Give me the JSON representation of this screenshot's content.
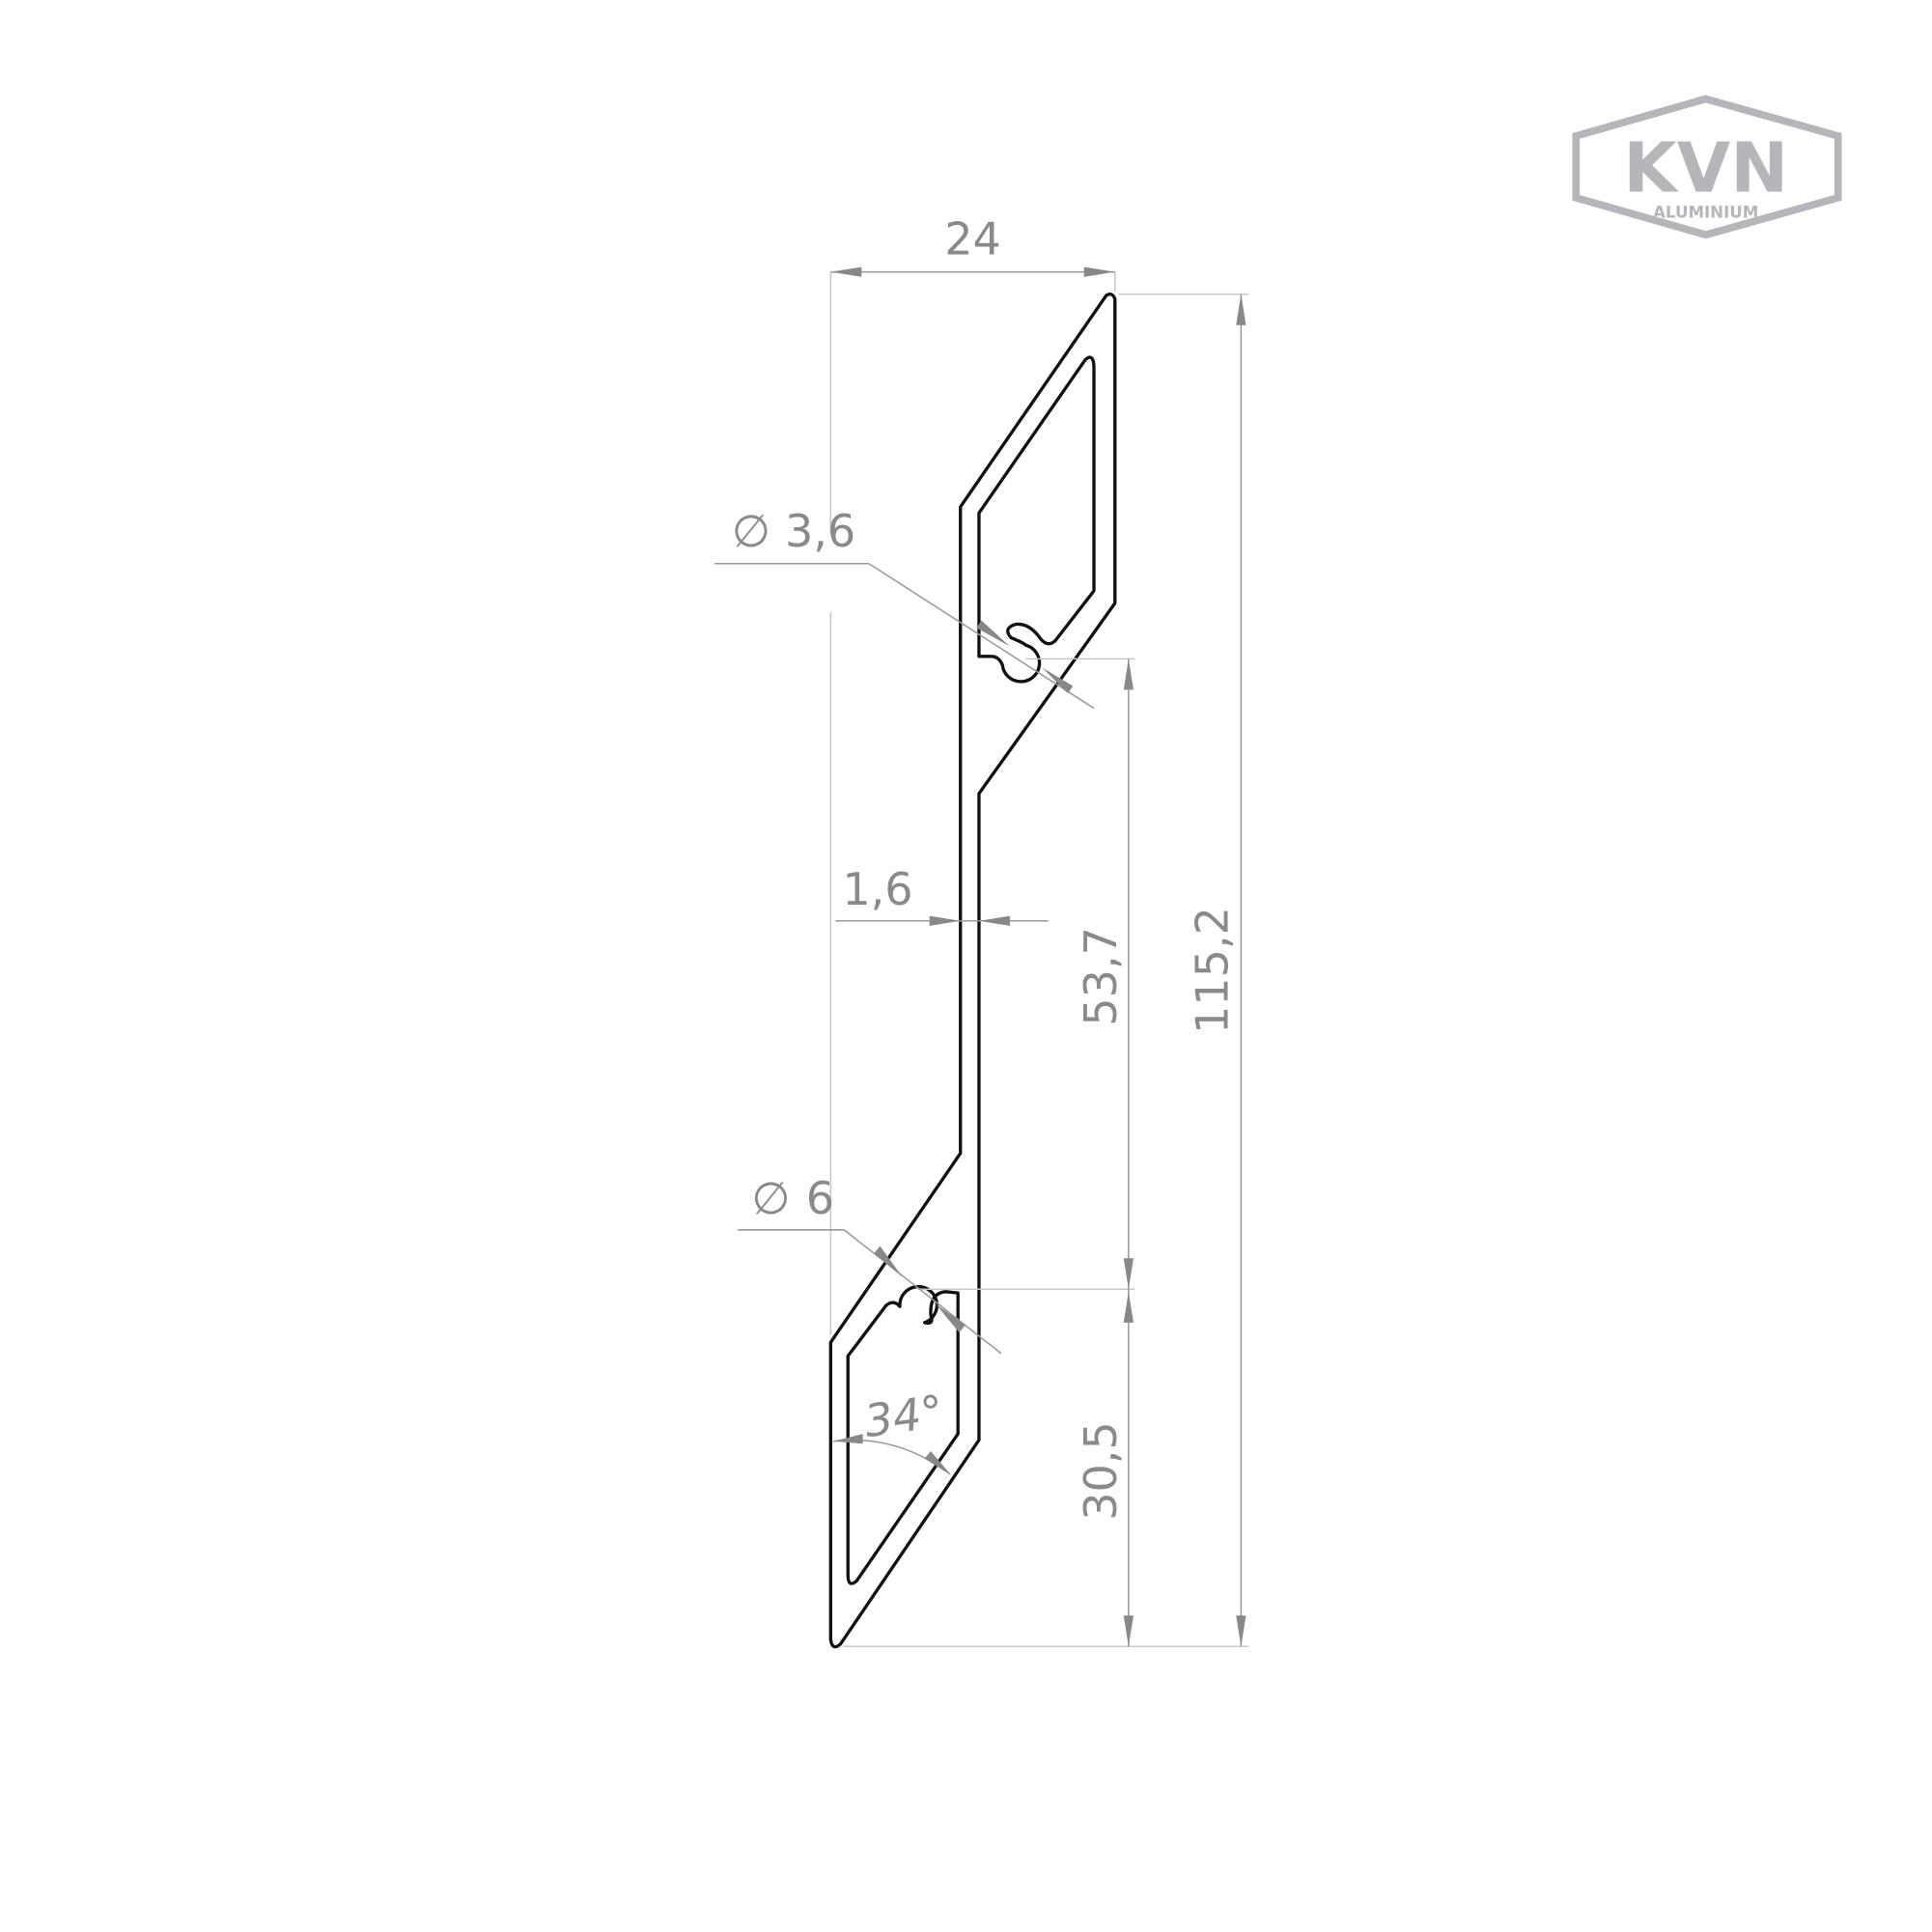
{
  "logo": {
    "brand": "KVN",
    "subtitle": "ALUMINIUM"
  },
  "dimensions": {
    "width": "24",
    "small_hole_diameter": "3,6",
    "large_hole_diameter": "6",
    "wall_thickness": "1,6",
    "hole_spacing": "53,7",
    "total_height": "115,2",
    "bottom_offset": "30,5",
    "angle": "34°",
    "diameter_symbol": "∅"
  }
}
